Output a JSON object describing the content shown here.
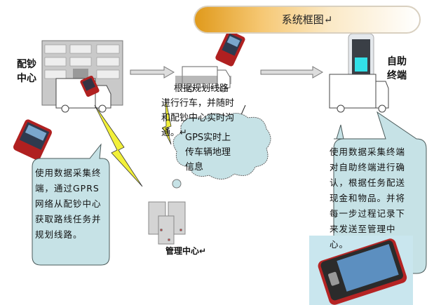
{
  "title": "系统框图↵",
  "nodes": {
    "cash_center": "配钞中心",
    "self_service_terminal": "自助终端",
    "management_center": "管理中心↵"
  },
  "captions": {
    "route": "根据规划线路进行行车，并随时和配钞中心实时沟通。↵",
    "gps": "GPS实时上传车辆地理信息"
  },
  "bubbles": {
    "left": "使用数据采集终端，通过GPRS网络从配钞中心获取路线任务并规划线路。",
    "right": "使用数据采集终端对自助终端进行确认，根据任务配送现金和物品。并将每一步过程记录下来发送至管理中心。"
  },
  "colors": {
    "bubble": "#c6e2e6",
    "banner": "#e09a1c",
    "bolt": "#f2f03a"
  }
}
